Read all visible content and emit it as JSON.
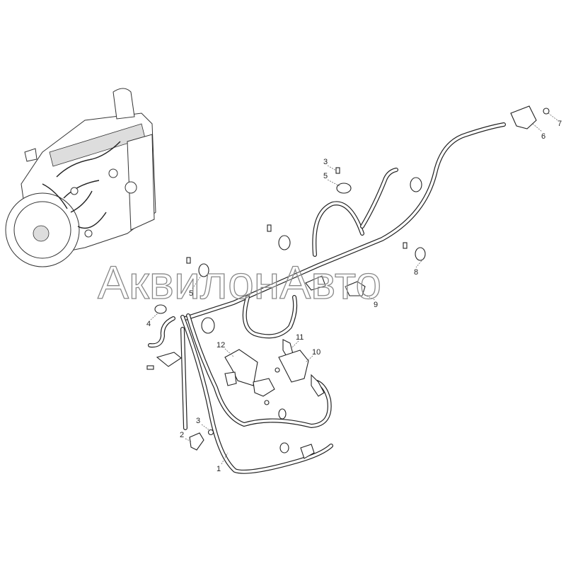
{
  "watermark": "АквилонАвто",
  "callouts": [
    {
      "id": "c3a",
      "label": "3"
    },
    {
      "id": "c5a",
      "label": "5"
    },
    {
      "id": "c7",
      "label": "7"
    },
    {
      "id": "c6",
      "label": "6"
    },
    {
      "id": "c8",
      "label": "8"
    },
    {
      "id": "c9",
      "label": "9"
    },
    {
      "id": "c5b",
      "label": "5"
    },
    {
      "id": "c4",
      "label": "4"
    },
    {
      "id": "c12",
      "label": "12"
    },
    {
      "id": "c11",
      "label": "11"
    },
    {
      "id": "c10",
      "label": "10"
    },
    {
      "id": "c3b",
      "label": "3"
    },
    {
      "id": "c2",
      "label": "2"
    },
    {
      "id": "c1",
      "label": "1"
    }
  ]
}
